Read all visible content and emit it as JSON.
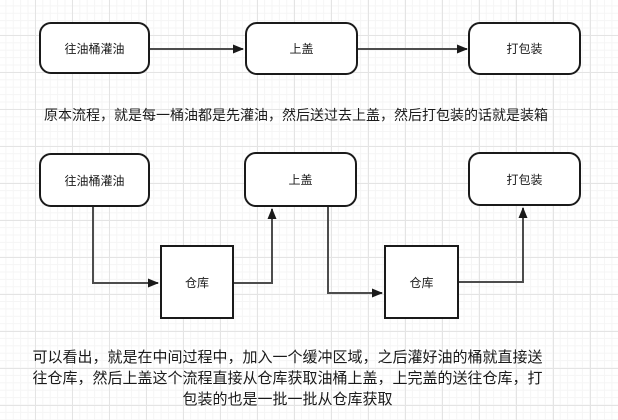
{
  "canvas": {
    "kind": "flowchart",
    "background": "#ffffff",
    "grid_major_color": "#e4e4e4",
    "grid_minor_color": "#f5f5f5"
  },
  "colors": {
    "node_border": "#1a1a1a",
    "node_fill": "#ffffff",
    "connector": "#4d4d4d",
    "arrowhead": "#1a1a1a",
    "text": "#1a1a1a"
  },
  "flow_original": {
    "nodes": [
      {
        "label": "往油桶灌油"
      },
      {
        "label": "上盖"
      },
      {
        "label": "打包装"
      }
    ],
    "note": "原本流程，就是每一桶油都是先灌油，然后送过去上盖，然后打包装的话就是装箱"
  },
  "flow_buffered": {
    "nodes": [
      {
        "label": "往油桶灌油"
      },
      {
        "label": "上盖"
      },
      {
        "label": "打包装"
      }
    ],
    "buffers": [
      {
        "label": "仓库"
      },
      {
        "label": "仓库"
      }
    ],
    "note_lines": [
      "可以看出，就是在中间过程中，加入一个缓冲区域，之后灌好油的桶就直接送",
      "往仓库，然后上盖这个流程直接从仓库获取油桶上盖，上完盖的送往仓库，打",
      "包装的也是一批一批从仓库获取"
    ]
  }
}
